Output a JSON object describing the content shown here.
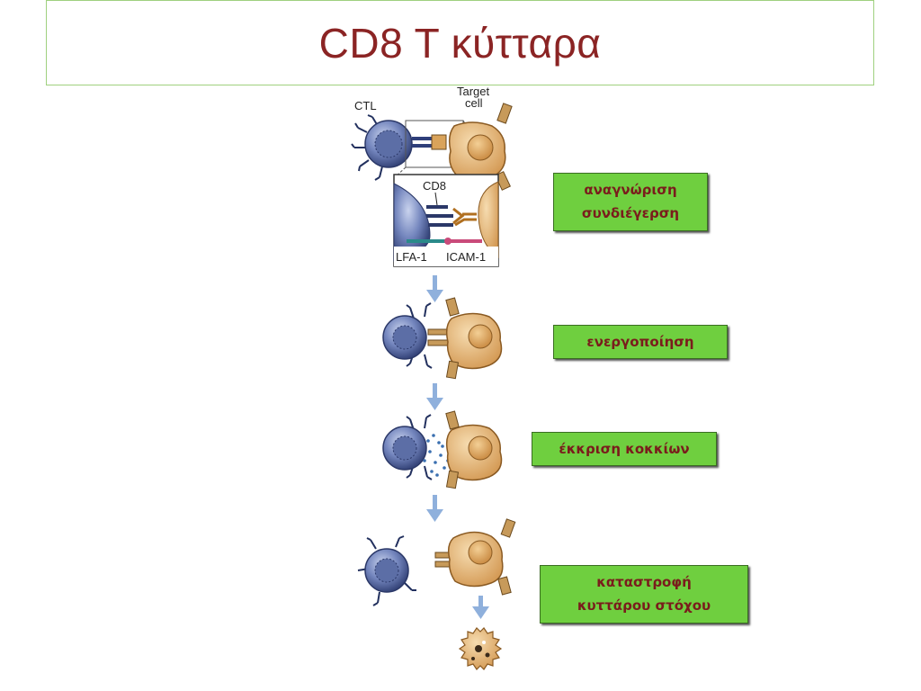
{
  "slide": {
    "title": "CD8 T κύτταρα"
  },
  "figure": {
    "ctl_label": "CTL",
    "target_label_line1": "Target",
    "target_label_line2": "cell",
    "cd8_label": "CD8",
    "lfa1_label": "LFA-1",
    "icam1_label": "ICAM-1"
  },
  "steps": [
    {
      "line1": "αναγνώριση",
      "line2": "συνδιέγερση"
    },
    {
      "line1": "ενεργοποίηση"
    },
    {
      "line1": "έκκριση κοκκίων"
    },
    {
      "line1": "καταστροφή",
      "line2": "κυττάρου στόχου"
    }
  ],
  "colors": {
    "title": "#8b2424",
    "label_bg": "#6fcf3f",
    "label_text": "#7a1c1c",
    "ctl_cell": "#6a7fb8",
    "target_cell": "#e3b476",
    "arrow": "#8fb0dc"
  }
}
